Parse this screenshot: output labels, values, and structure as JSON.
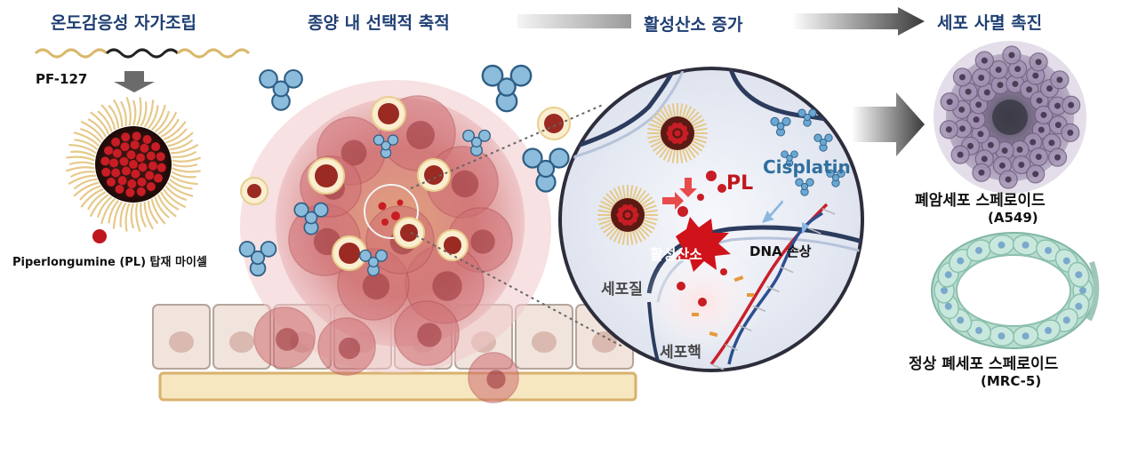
{
  "headings": {
    "self_assembly": "온도감응성 자가조립",
    "tumor_accumulation": "종양 내 선택적 축적",
    "ros_increase": "활성산소 증가",
    "apoptosis": "세포 사멸 촉진"
  },
  "left": {
    "polymer": "PF-127",
    "micelle": "Piperlongumine (PL) 탑재 마이셀"
  },
  "zoom": {
    "pl": "PL",
    "cisplatin": "Cisplatin",
    "ros": "활성산소",
    "dna_damage": "DNA 손상",
    "cytoplasm": "세포질",
    "nucleus": "세포핵"
  },
  "right": {
    "cancer_spheroid": "폐암세포 스페로이드",
    "cancer_line": "(A549)",
    "normal_spheroid": "정상 폐세포 스페로이드",
    "normal_line": "(MRC-5)"
  },
  "colors": {
    "heading": "#1f3f73",
    "pl_red": "#c0161e",
    "cisplatin_blue": "#2f6f9f",
    "tumor_pink": "#d8868a",
    "normal_green": "#a8d5c4"
  }
}
